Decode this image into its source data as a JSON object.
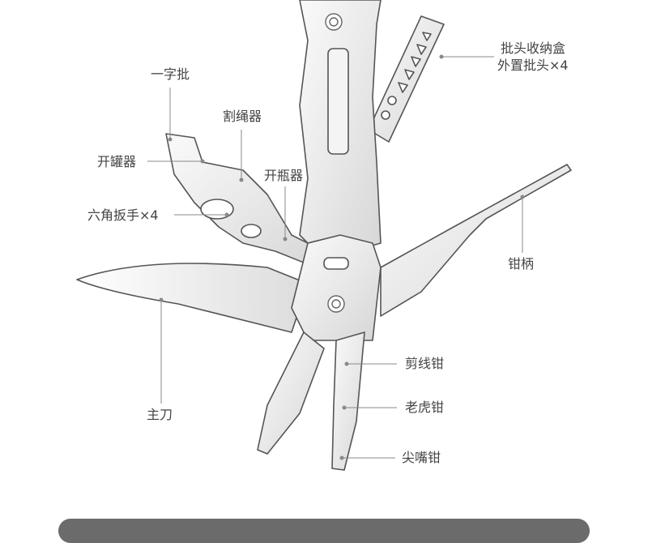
{
  "labels": {
    "flathead": "一字批",
    "rope_cutter": "割绳器",
    "can_opener": "开罐器",
    "bottle_opener": "开瓶器",
    "hex_wrench": "六角扳手×4",
    "main_blade": "主刀",
    "bit_box_line1": "批头收纳盒",
    "bit_box_line2": "外置批头×4",
    "handle": "钳柄",
    "wire_cutter": "剪线钳",
    "tiger_pliers": "老虎钳",
    "needle_nose": "尖嘴钳"
  }
}
